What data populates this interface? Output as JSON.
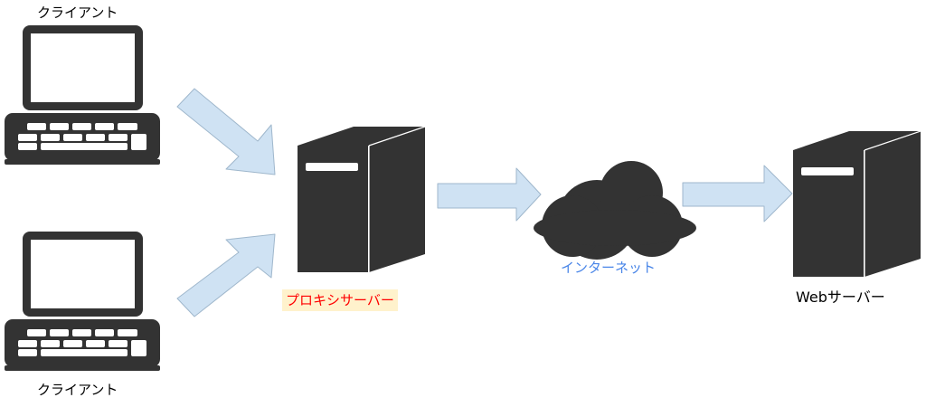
{
  "labels": {
    "client_top": "クライアント",
    "client_bottom": "クライアント",
    "proxy": "プロキシサーバー",
    "internet": "インターネット",
    "web_server": "Webサーバー"
  },
  "colors": {
    "device": "#333333",
    "arrow_fill": "#cfe2f3",
    "arrow_stroke": "#9fb7cc",
    "proxy_text": "#ff0000",
    "proxy_highlight": "#fff2cc",
    "internet_text": "#4a86e8"
  },
  "icons": [
    "laptop-icon",
    "laptop-icon",
    "server-icon",
    "cloud-icon",
    "server-icon"
  ]
}
